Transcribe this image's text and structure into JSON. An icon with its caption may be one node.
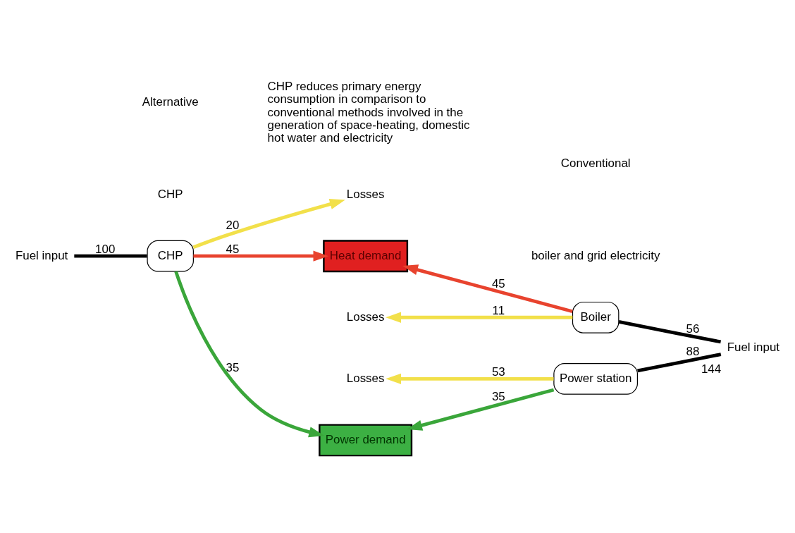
{
  "diagram": {
    "nodes": [
      {
        "text": [
          "Fuel input"
        ]
      },
      {
        "text": [
          "CHP"
        ]
      },
      {
        "text": [
          "Losses"
        ]
      },
      {
        "text": [
          "Heat demand"
        ]
      },
      {
        "text": [
          "Power demand"
        ]
      },
      {
        "text": [
          "Boiler"
        ]
      },
      {
        "text": [
          "Power station"
        ]
      },
      {
        "text": [
          "Losses"
        ]
      },
      {
        "text": [
          "Losses"
        ]
      },
      {
        "text": [
          "Fuel input"
        ],
        "beside": [
          "144"
        ]
      }
    ],
    "edges": [
      {
        "from": 0,
        "to": 1,
        "arrow": "none",
        "label": "100"
      },
      {
        "from": 1,
        "to": 2,
        "arrow": "to",
        "label": "20",
        "color": "#f2e04a"
      },
      {
        "from": 1,
        "to": 3,
        "arrow": "to",
        "label": "45",
        "color": "#e8432e"
      },
      {
        "from": 1,
        "to": 4,
        "arrow": "to",
        "label": "35",
        "color": "#3aa63a"
      },
      {
        "from": 9,
        "to": 5,
        "arrow": "none",
        "label": "56"
      },
      {
        "from": 9,
        "to": 6,
        "arrow": "none",
        "label": "88"
      },
      {
        "from": 5,
        "to": 7,
        "arrow": "to",
        "label": "11",
        "color": "#f2e04a"
      },
      {
        "from": 5,
        "to": 3,
        "arrow": "to",
        "label": "45",
        "color": "#e8432e"
      },
      {
        "from": 6,
        "to": 4,
        "arrow": "to",
        "label": "35",
        "color": "#3aa63a"
      },
      {
        "from": 6,
        "to": 8,
        "arrow": "to",
        "label": "53",
        "color": "#f2e04a"
      }
    ],
    "labels": [
      "Alternative",
      "CHP",
      "Conventional",
      "boiler and grid electricity",
      "CHP reduces primary energy consumption in comparison to conventional methods involved in the generation of space-heating, domestic hot water and electricity"
    ]
  }
}
